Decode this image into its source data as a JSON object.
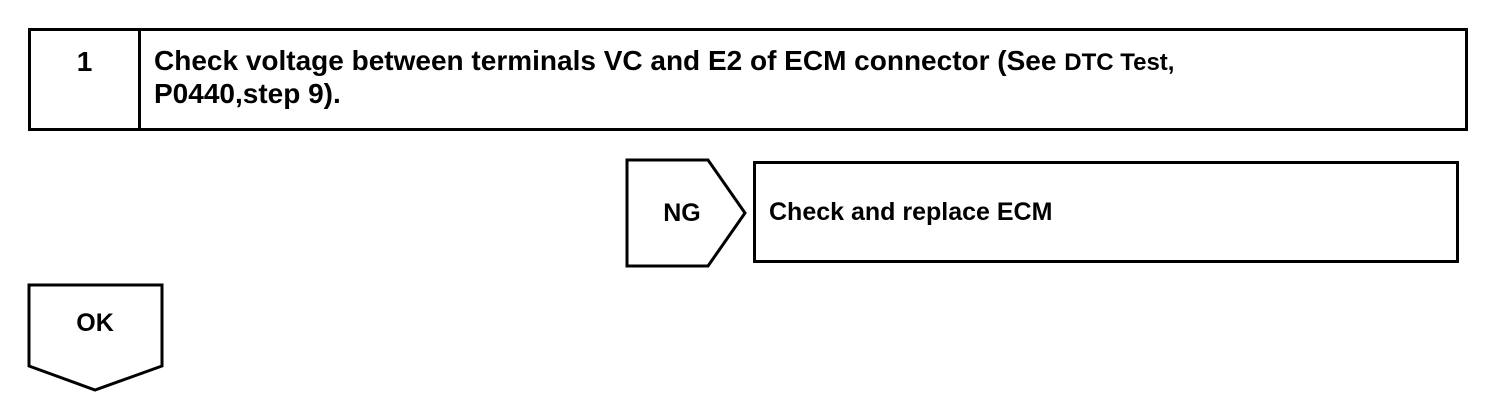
{
  "step": {
    "number": "1",
    "text_main": "Check voltage between terminals VC and E2 of ECM connector (See ",
    "text_ref": "DTC Test,",
    "text_line2": "P0440,step 9)."
  },
  "ng_branch": {
    "label": "NG",
    "action": "Check and replace ECM"
  },
  "ok_branch": {
    "label": "OK"
  }
}
